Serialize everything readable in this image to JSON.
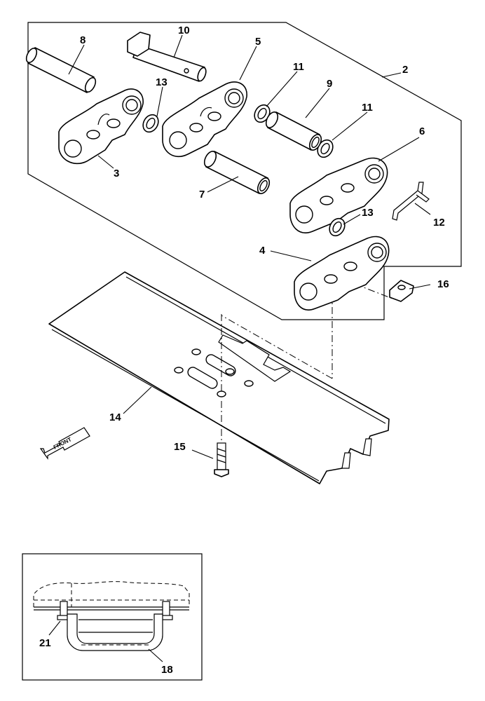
{
  "callouts": {
    "c2": "2",
    "c3": "3",
    "c4": "4",
    "c5": "5",
    "c6": "6",
    "c7": "7",
    "c8": "8",
    "c9": "9",
    "c10": "10",
    "c11a": "11",
    "c11b": "11",
    "c12": "12",
    "c13a": "13",
    "c13b": "13",
    "c14": "14",
    "c15": "15",
    "c16": "16",
    "c18": "18",
    "c21": "21"
  },
  "front_arrow": {
    "label": "FRONT"
  }
}
